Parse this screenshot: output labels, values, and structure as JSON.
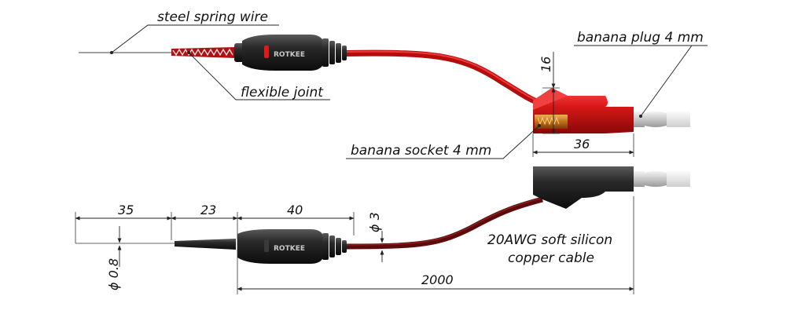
{
  "callouts": {
    "steel_spring_wire": "steel spring wire",
    "flexible_joint": "flexible joint",
    "banana_plug": "banana plug 4 mm",
    "banana_socket": "banana socket 4 mm",
    "cable_line1": "20AWG soft silicon",
    "cable_line2": "copper cable"
  },
  "brand": "ROTKEE",
  "dimensions": {
    "tip_length": "35",
    "collar_length": "23",
    "handle_length": "40",
    "cable_diameter": "ϕ 3",
    "tip_diameter": "ϕ 0.8",
    "total_length": "2000",
    "plug_height": "16",
    "plug_length": "36"
  },
  "colors": {
    "red_cable": "#d01010",
    "dark_red_cable": "#6a1010",
    "black_body": "#1c1c1c",
    "red_body": "#d81818",
    "silver_pin": "#d8d8d8"
  }
}
